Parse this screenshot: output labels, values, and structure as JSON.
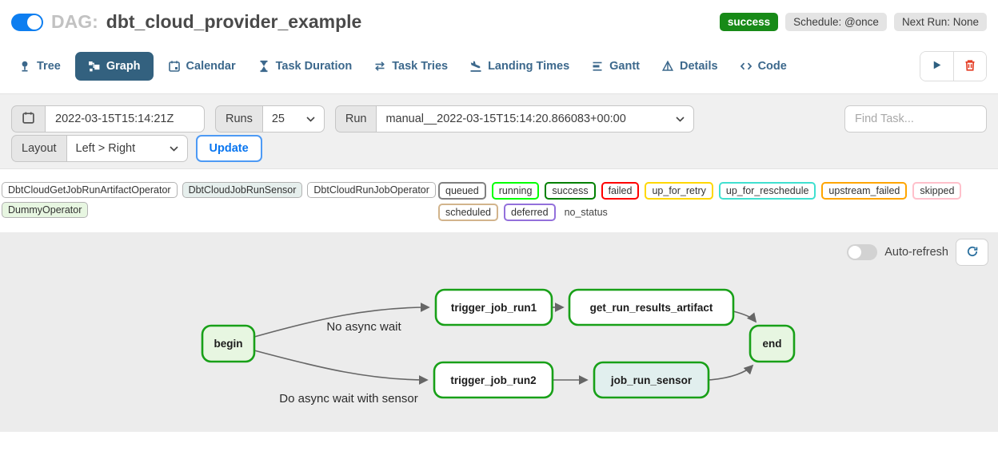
{
  "header": {
    "toggle_on": true,
    "dag_prefix": "DAG:",
    "dag_title": "dbt_cloud_provider_example",
    "status_badge": "success",
    "schedule_badge": "Schedule: @once",
    "next_run_badge": "Next Run: None"
  },
  "tabs": [
    {
      "label": "Tree",
      "icon": "tree-icon",
      "active": false
    },
    {
      "label": "Graph",
      "icon": "graph-icon",
      "active": true
    },
    {
      "label": "Calendar",
      "icon": "calendar-icon",
      "active": false
    },
    {
      "label": "Task Duration",
      "icon": "hourglass-icon",
      "active": false
    },
    {
      "label": "Task Tries",
      "icon": "repeat-icon",
      "active": false
    },
    {
      "label": "Landing Times",
      "icon": "plane-landing-icon",
      "active": false
    },
    {
      "label": "Gantt",
      "icon": "gantt-icon",
      "active": false
    },
    {
      "label": "Details",
      "icon": "details-icon",
      "active": false
    },
    {
      "label": "Code",
      "icon": "code-icon",
      "active": false
    }
  ],
  "toolbar": {
    "play_icon": "play-icon",
    "delete_icon": "trash-icon"
  },
  "filters": {
    "base_date": "2022-03-15T15:14:21Z",
    "runs_label": "Runs",
    "runs_value": "25",
    "run_label": "Run",
    "run_value": "manual__2022-03-15T15:14:20.866083+00:00",
    "find_task_placeholder": "Find Task...",
    "layout_label": "Layout",
    "layout_value": "Left > Right",
    "update_label": "Update"
  },
  "legend": {
    "operators": [
      {
        "label": "DbtCloudGetJobRunArtifactOperator",
        "bg": "#ffffff"
      },
      {
        "label": "DbtCloudJobRunSensor",
        "bg": "#e6efed"
      },
      {
        "label": "DbtCloudRunJobOperator",
        "bg": "#ffffff"
      },
      {
        "label": "DummyOperator",
        "bg": "#e7f6e1"
      }
    ],
    "statuses": [
      {
        "label": "queued",
        "border": "#808080"
      },
      {
        "label": "running",
        "border": "#00ff00"
      },
      {
        "label": "success",
        "border": "#008000"
      },
      {
        "label": "failed",
        "border": "#ff0000"
      },
      {
        "label": "up_for_retry",
        "border": "#ffd700"
      },
      {
        "label": "up_for_reschedule",
        "border": "#40e0d0"
      },
      {
        "label": "upstream_failed",
        "border": "#ffa500"
      },
      {
        "label": "skipped",
        "border": "#ffc0cb"
      },
      {
        "label": "scheduled",
        "border": "#d2b48c"
      },
      {
        "label": "deferred",
        "border": "#9370db"
      }
    ],
    "no_status_label": "no_status"
  },
  "graph_panel": {
    "auto_refresh_label": "Auto-refresh",
    "auto_refresh_on": false,
    "refresh_icon": "refresh-icon"
  },
  "dag": {
    "node_border_color": "#18a018",
    "nodes": [
      {
        "id": "begin",
        "label": "begin",
        "fill": "#e7f6e1",
        "state": "success"
      },
      {
        "id": "trigger_job_run1",
        "label": "trigger_job_run1",
        "fill": "#ffffff",
        "state": "success"
      },
      {
        "id": "get_run_results_artifact",
        "label": "get_run_results_artifact",
        "fill": "#ffffff",
        "state": "success"
      },
      {
        "id": "trigger_job_run2",
        "label": "trigger_job_run2",
        "fill": "#ffffff",
        "state": "success"
      },
      {
        "id": "job_run_sensor",
        "label": "job_run_sensor",
        "fill": "#e1efee",
        "state": "success"
      },
      {
        "id": "end",
        "label": "end",
        "fill": "#e7f6e1",
        "state": "success"
      }
    ],
    "edges": [
      {
        "from": "begin",
        "to": "trigger_job_run1",
        "label": "No async wait"
      },
      {
        "from": "begin",
        "to": "trigger_job_run2",
        "label": "Do async wait with sensor"
      },
      {
        "from": "trigger_job_run1",
        "to": "get_run_results_artifact",
        "label": ""
      },
      {
        "from": "trigger_job_run2",
        "to": "job_run_sensor",
        "label": ""
      },
      {
        "from": "get_run_results_artifact",
        "to": "end",
        "label": ""
      },
      {
        "from": "job_run_sensor",
        "to": "end",
        "label": ""
      }
    ]
  },
  "colors": {
    "accent_blue": "#0d7ef0",
    "active_tab_bg": "#33617f",
    "tab_color": "#3c688c",
    "success_green": "#178a17",
    "danger_red": "#e43a22",
    "panel_gray": "#ececec",
    "filter_bar_gray": "#f0f0f0",
    "edge_gray": "#666666"
  }
}
